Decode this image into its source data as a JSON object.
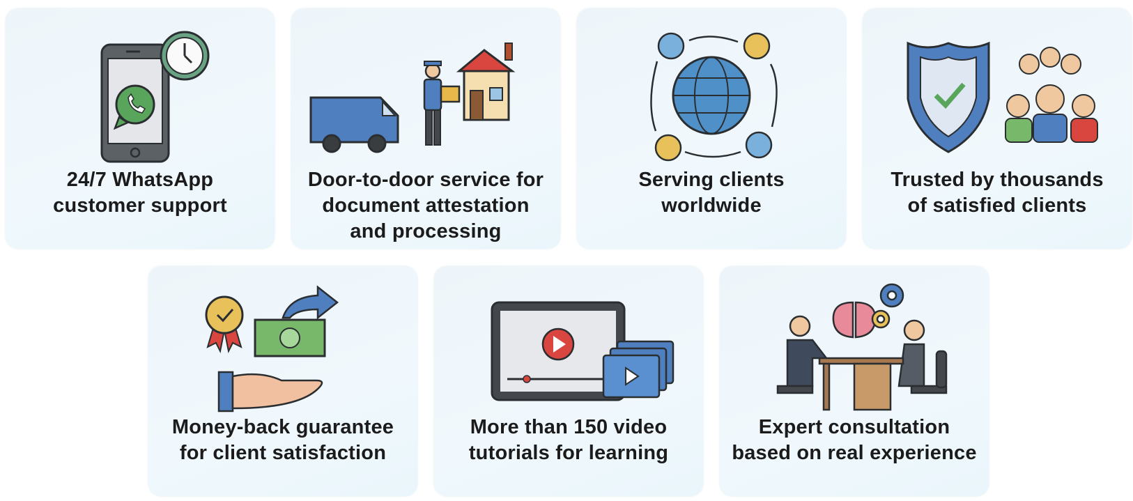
{
  "features": [
    {
      "label": "24/7 WhatsApp customer support",
      "lines": [
        "24/7 WhatsApp",
        "customer support"
      ],
      "icon": "whatsapp-phone-clock-icon"
    },
    {
      "label": "Door-to-door service for document attestation and processing",
      "lines": [
        "Door-to-door service for",
        "document attestation",
        "and processing"
      ],
      "icon": "delivery-van-house-icon"
    },
    {
      "label": "Serving clients worldwide",
      "lines": [
        "Serving clients",
        "worldwide"
      ],
      "icon": "globe-clients-icon"
    },
    {
      "label": "Trusted by thousands of satisfied clients",
      "lines": [
        "Trusted by thousands",
        "of satisfied clients"
      ],
      "icon": "shield-crowd-icon"
    },
    {
      "label": "Money-back guarantee for client satisfaction",
      "lines": [
        "Money-back guarantee",
        "for client satisfaction"
      ],
      "icon": "money-back-hand-icon"
    },
    {
      "label": "More than 150 video tutorials for learning",
      "lines": [
        "More than 150 video",
        "tutorials for learning"
      ],
      "icon": "video-tutorials-icon"
    },
    {
      "label": "Expert consultation based on real experience",
      "lines": [
        "Expert consultation",
        "based on real experience"
      ],
      "icon": "consultation-meeting-icon"
    }
  ],
  "colors": {
    "card_bg": "#eef5fa",
    "text": "#1b1b1b",
    "green": "#5aa55c",
    "blue": "#4f7fbf",
    "red": "#d9453f",
    "yellow": "#e8c15a"
  }
}
